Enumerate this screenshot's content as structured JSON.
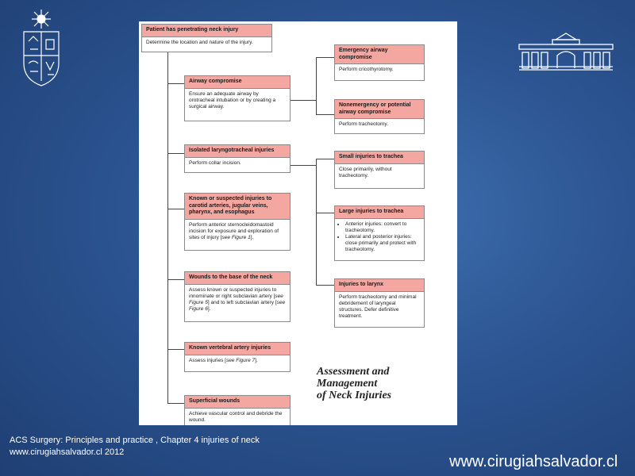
{
  "slide": {
    "caption_line1": "ACS  Surgery: Principles and practice , Chapter 4 injuries  of neck",
    "caption_line2": "www.cirugiahsalvador.cl 2012",
    "site_url": "www.cirugiahsalvador.cl"
  },
  "diagram": {
    "title_line1": "Assessment and",
    "title_line2": "Management",
    "title_line3": "of Neck Injuries",
    "root": {
      "header": "Patient has penetrating neck injury",
      "body": "Determine the location and nature of the injury."
    },
    "airway": {
      "header": "Airway compromise",
      "body": "Ensure an adequate airway by orotracheal intubation or by creating a surgical airway."
    },
    "emergency": {
      "header": "Emergency airway compromise",
      "body": "Perform cricothyrotomy."
    },
    "nonemergency": {
      "header": "Nonemergency or potential airway compromise",
      "body": "Perform tracheotomy."
    },
    "laryngo": {
      "header": "Isolated laryngotracheal injuries",
      "body": "Perform collar incision."
    },
    "small": {
      "header": "Small injuries to trachea",
      "body": "Close primarily, without tracheotomy."
    },
    "large": {
      "header": "Large injuries to trachea",
      "bullet1": "Anterior injuries: convert to tracheotomy.",
      "bullet2": "Lateral and posterior injuries: close primarily and protect with tracheotomy."
    },
    "larynx": {
      "header": "Injuries to larynx",
      "body": "Perform tracheotomy and minimal debridement of laryngeal structures. Defer definitive treatment."
    },
    "carotid": {
      "header": "Known or suspected injuries to carotid arteries, jugular veins, pharynx, and esophagus",
      "body_pre": "Perform anterior sternocleidomastoid incision for exposure and exploration of sites of injury [",
      "body_ref": "see Figure 1",
      "body_post": "]."
    },
    "base": {
      "header": "Wounds to the base of the neck",
      "body_pre": "Assess known or suspected injuries to innominate or right subclavian artery [",
      "body_ref1": "see Figure 5",
      "body_mid": "] and to left subclavian artery [",
      "body_ref2": "see Figure 6",
      "body_post": "]."
    },
    "vertebral": {
      "header": "Known vertebral artery injuries",
      "body_pre": "Assess injuries [",
      "body_ref": "see Figure 7",
      "body_post": "]."
    },
    "superficial": {
      "header": "Superficial wounds",
      "body": "Achieve vascular control and debride the wound."
    }
  }
}
